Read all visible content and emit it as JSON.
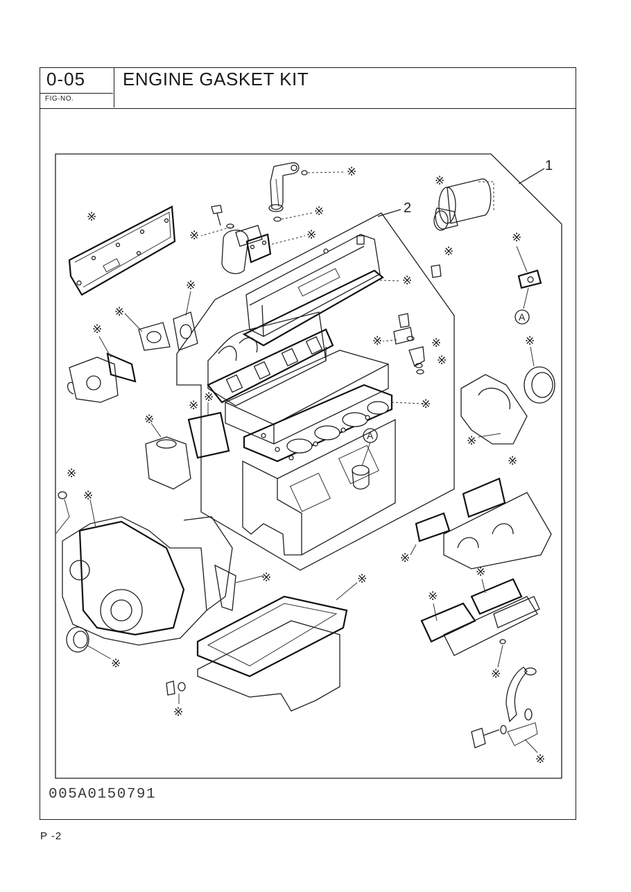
{
  "header": {
    "fig_no": "0-05",
    "fig_caption": "FIG-NO.",
    "title": "ENGINE GASKET KIT"
  },
  "diagram": {
    "callouts": [
      "1",
      "2"
    ],
    "reference_marker": "A",
    "kit_mark": "※"
  },
  "footer": {
    "drawing_number": "005A0150791",
    "page_number": "P -2"
  }
}
